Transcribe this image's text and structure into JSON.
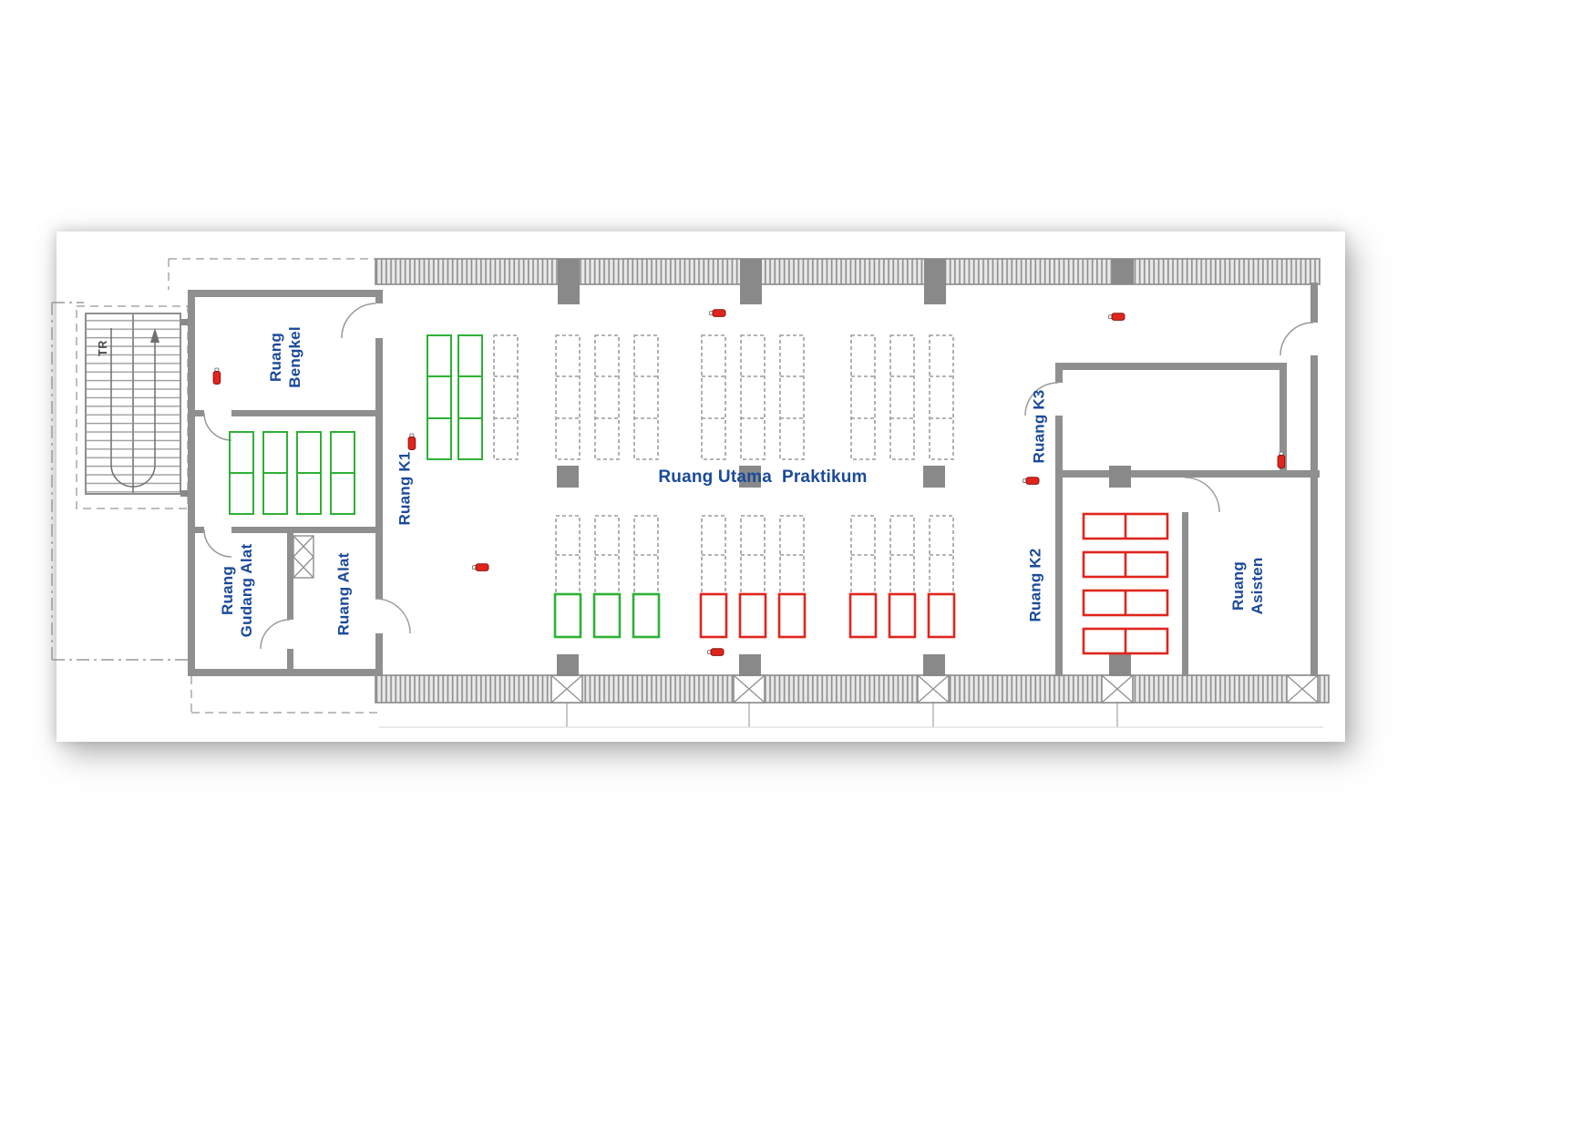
{
  "colors": {
    "c_green": "#2eb135",
    "c_red": "#e0251d",
    "c_blue": "#1b4a9b",
    "c_wall": "#8f8f8f"
  },
  "labels": {
    "bengkel": "Ruang\nBengkel",
    "gudang_alat": "Ruang\nGudang Alat",
    "alat": "Ruang Alat",
    "k1": "Ruang K1",
    "utama": "Ruang Utama  Praktikum",
    "k3": "Ruang K3",
    "k2": "Ruang K2",
    "asisten": "Ruang\nAsisten",
    "stair": "TR"
  },
  "icons": {
    "fire_extinguisher_count": 8
  }
}
